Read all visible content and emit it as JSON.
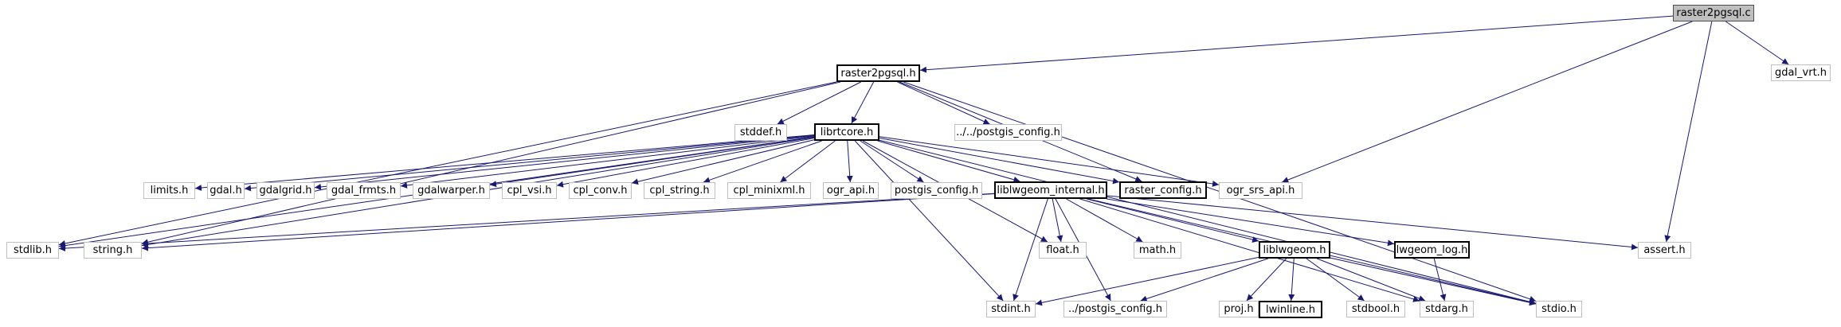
{
  "graph": {
    "root": {
      "id": "raster2pgsql_c",
      "label": "raster2pgsql.c"
    },
    "nodes": [
      {
        "id": "raster2pgsql_c",
        "label": "raster2pgsql.c",
        "kind": "root"
      },
      {
        "id": "raster2pgsql_h",
        "label": "raster2pgsql.h",
        "kind": "documented"
      },
      {
        "id": "gdal_vrt_h",
        "label": "gdal_vrt.h",
        "kind": "system"
      },
      {
        "id": "ogr_srs_api_h",
        "label": "ogr_srs_api.h",
        "kind": "system"
      },
      {
        "id": "assert_h",
        "label": "assert.h",
        "kind": "system"
      },
      {
        "id": "stddef_h",
        "label": "stddef.h",
        "kind": "system"
      },
      {
        "id": "librtcore_h",
        "label": "librtcore.h",
        "kind": "documented"
      },
      {
        "id": "postgis_config_rel_h",
        "label": "../../postgis_config.h",
        "kind": "system"
      },
      {
        "id": "limits_h",
        "label": "limits.h",
        "kind": "system"
      },
      {
        "id": "gdal_h",
        "label": "gdal.h",
        "kind": "system"
      },
      {
        "id": "gdalgrid_h",
        "label": "gdalgrid.h",
        "kind": "system"
      },
      {
        "id": "gdal_frmts_h",
        "label": "gdal_frmts.h",
        "kind": "system"
      },
      {
        "id": "gdalwarper_h",
        "label": "gdalwarper.h",
        "kind": "system"
      },
      {
        "id": "cpl_vsi_h",
        "label": "cpl_vsi.h",
        "kind": "system"
      },
      {
        "id": "cpl_conv_h",
        "label": "cpl_conv.h",
        "kind": "system"
      },
      {
        "id": "cpl_string_h",
        "label": "cpl_string.h",
        "kind": "system"
      },
      {
        "id": "cpl_minixml_h",
        "label": "cpl_minixml.h",
        "kind": "system"
      },
      {
        "id": "ogr_api_h",
        "label": "ogr_api.h",
        "kind": "system"
      },
      {
        "id": "postgis_config_h",
        "label": "postgis_config.h",
        "kind": "system"
      },
      {
        "id": "liblwgeom_internal_h",
        "label": "liblwgeom_internal.h",
        "kind": "documented"
      },
      {
        "id": "raster_config_h",
        "label": "raster_config.h",
        "kind": "documented"
      },
      {
        "id": "stdlib_h",
        "label": "stdlib.h",
        "kind": "system"
      },
      {
        "id": "string_h",
        "label": "string.h",
        "kind": "system"
      },
      {
        "id": "float_h",
        "label": "float.h",
        "kind": "system"
      },
      {
        "id": "math_h",
        "label": "math.h",
        "kind": "system"
      },
      {
        "id": "liblwgeom_h",
        "label": "liblwgeom.h",
        "kind": "documented"
      },
      {
        "id": "lwgeom_log_h",
        "label": "lwgeom_log.h",
        "kind": "documented"
      },
      {
        "id": "stdint_h",
        "label": "stdint.h",
        "kind": "system"
      },
      {
        "id": "postgis_config_up_h",
        "label": "../postgis_config.h",
        "kind": "system"
      },
      {
        "id": "proj_h",
        "label": "proj.h",
        "kind": "system"
      },
      {
        "id": "lwinline_h",
        "label": "lwinline.h",
        "kind": "documented"
      },
      {
        "id": "stdbool_h",
        "label": "stdbool.h",
        "kind": "system"
      },
      {
        "id": "stdarg_h",
        "label": "stdarg.h",
        "kind": "system"
      },
      {
        "id": "stdio_h",
        "label": "stdio.h",
        "kind": "system"
      }
    ],
    "edges": [
      [
        "raster2pgsql_c",
        "raster2pgsql_h"
      ],
      [
        "raster2pgsql_c",
        "gdal_vrt_h"
      ],
      [
        "raster2pgsql_c",
        "ogr_srs_api_h"
      ],
      [
        "raster2pgsql_c",
        "assert_h"
      ],
      [
        "raster2pgsql_h",
        "stddef_h"
      ],
      [
        "raster2pgsql_h",
        "librtcore_h"
      ],
      [
        "raster2pgsql_h",
        "postgis_config_rel_h"
      ],
      [
        "raster2pgsql_h",
        "stdlib_h"
      ],
      [
        "raster2pgsql_h",
        "string_h"
      ],
      [
        "raster2pgsql_h",
        "raster_config_h"
      ],
      [
        "raster2pgsql_h",
        "stdio_h"
      ],
      [
        "librtcore_h",
        "limits_h"
      ],
      [
        "librtcore_h",
        "gdal_h"
      ],
      [
        "librtcore_h",
        "gdalgrid_h"
      ],
      [
        "librtcore_h",
        "gdal_frmts_h"
      ],
      [
        "librtcore_h",
        "gdalwarper_h"
      ],
      [
        "librtcore_h",
        "cpl_vsi_h"
      ],
      [
        "librtcore_h",
        "cpl_conv_h"
      ],
      [
        "librtcore_h",
        "cpl_string_h"
      ],
      [
        "librtcore_h",
        "cpl_minixml_h"
      ],
      [
        "librtcore_h",
        "ogr_api_h"
      ],
      [
        "librtcore_h",
        "postgis_config_h"
      ],
      [
        "librtcore_h",
        "liblwgeom_internal_h"
      ],
      [
        "librtcore_h",
        "raster_config_h"
      ],
      [
        "librtcore_h",
        "ogr_srs_api_h"
      ],
      [
        "librtcore_h",
        "stdlib_h"
      ],
      [
        "librtcore_h",
        "string_h"
      ],
      [
        "librtcore_h",
        "float_h"
      ],
      [
        "librtcore_h",
        "stdint_h"
      ],
      [
        "librtcore_h",
        "stdio_h"
      ],
      [
        "liblwgeom_internal_h",
        "stdlib_h"
      ],
      [
        "liblwgeom_internal_h",
        "string_h"
      ],
      [
        "liblwgeom_internal_h",
        "float_h"
      ],
      [
        "liblwgeom_internal_h",
        "math_h"
      ],
      [
        "liblwgeom_internal_h",
        "liblwgeom_h"
      ],
      [
        "liblwgeom_internal_h",
        "lwgeom_log_h"
      ],
      [
        "liblwgeom_internal_h",
        "stdint_h"
      ],
      [
        "liblwgeom_internal_h",
        "postgis_config_up_h"
      ],
      [
        "liblwgeom_internal_h",
        "stdarg_h"
      ],
      [
        "liblwgeom_internal_h",
        "stdio_h"
      ],
      [
        "liblwgeom_internal_h",
        "assert_h"
      ],
      [
        "liblwgeom_h",
        "stdint_h"
      ],
      [
        "liblwgeom_h",
        "postgis_config_up_h"
      ],
      [
        "liblwgeom_h",
        "proj_h"
      ],
      [
        "liblwgeom_h",
        "lwinline_h"
      ],
      [
        "liblwgeom_h",
        "stdbool_h"
      ],
      [
        "liblwgeom_h",
        "stdarg_h"
      ],
      [
        "liblwgeom_h",
        "stdio_h"
      ],
      [
        "lwgeom_log_h",
        "stdarg_h"
      ]
    ],
    "colors": {
      "edge": "#191970",
      "root_fill": "#bfbfbf",
      "root_border": "#4d4d4d",
      "documented_border": "#000000",
      "system_border": "#bfbfbf",
      "text": "#000000"
    }
  }
}
